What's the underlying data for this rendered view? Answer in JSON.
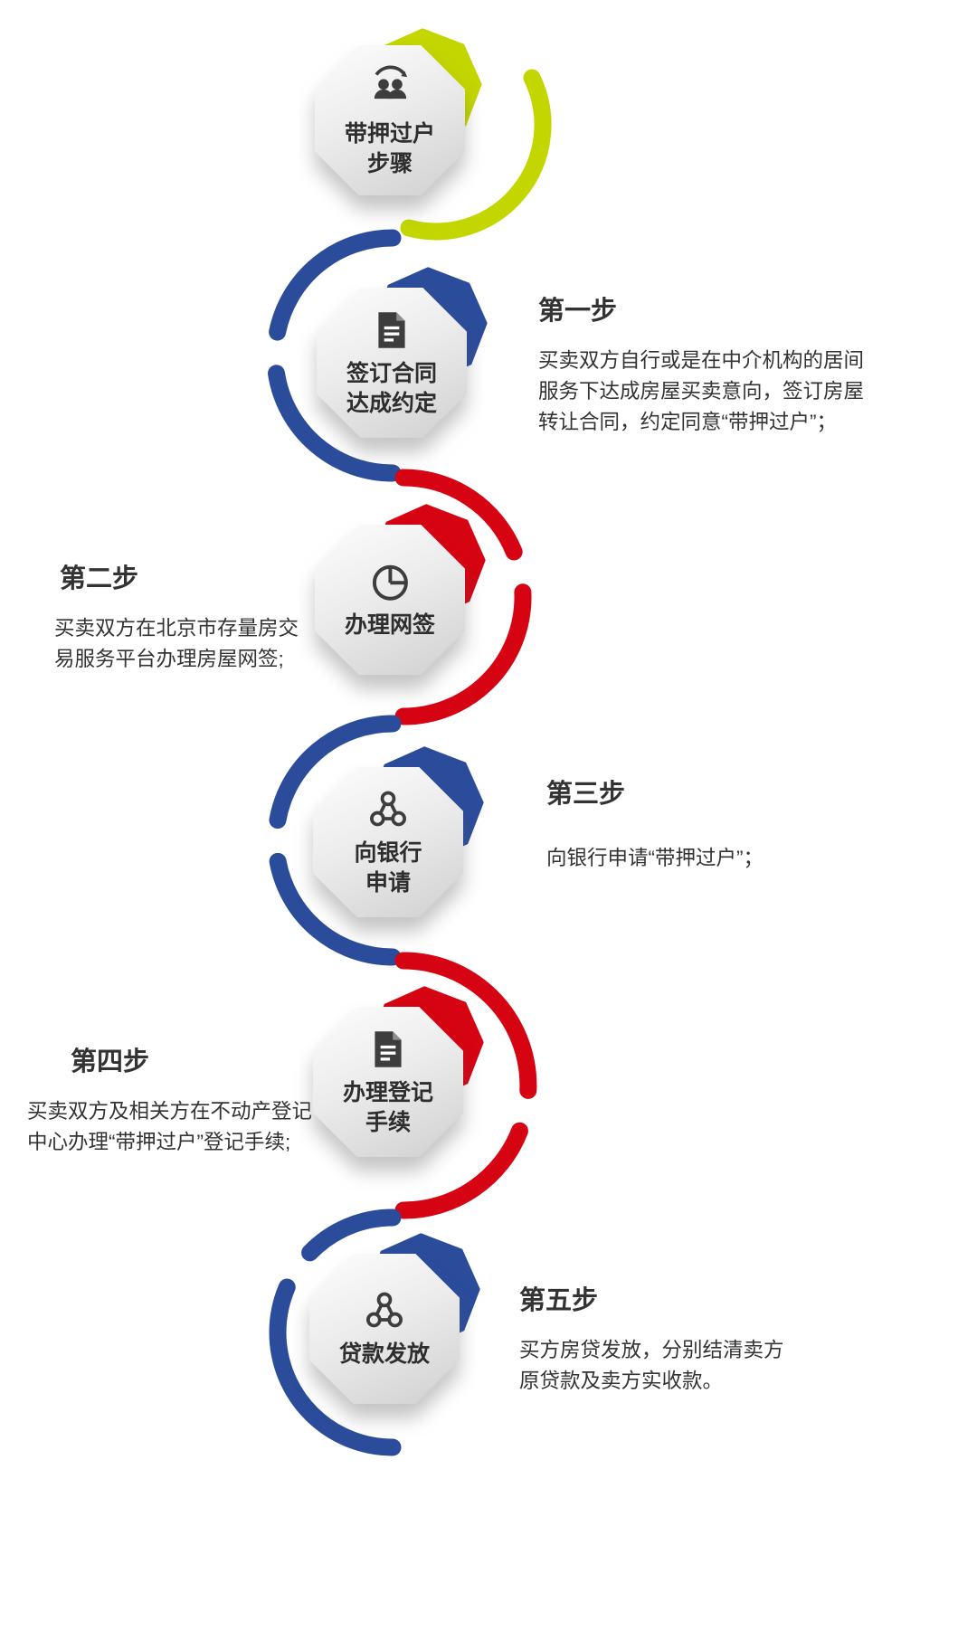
{
  "colors": {
    "yellow": "#c3d600",
    "blue": "#2b4c9b",
    "red": "#d60312",
    "icon": "#3d3d3d",
    "text": "#333333"
  },
  "header": {
    "badge_label": "带押过户\n步骤",
    "icon": "people-sync-icon",
    "accent_color": "#c3d600"
  },
  "steps": [
    {
      "heading": "第一步",
      "description": "买卖双方自行或是在中介机构的居间服务下达成房屋买卖意向，签订房屋转让合同，约定同意“带押过户”；",
      "badge_label": "签订合同\n达成约定",
      "icon": "document-icon",
      "accent_color": "#2b4c9b"
    },
    {
      "heading": "第二步",
      "description": "买卖双方在北京市存量房交易服务平台办理房屋网签;",
      "badge_label": "办理网签",
      "icon": "pie-chart-icon",
      "accent_color": "#d60312"
    },
    {
      "heading": "第三步",
      "description": "向银行申请“带押过户”；",
      "badge_label": "向银行\n申请",
      "icon": "team-icon",
      "accent_color": "#2b4c9b"
    },
    {
      "heading": "第四步",
      "description": "买卖双方及相关方在不动产登记中心办理“带押过户”登记手续;",
      "badge_label": "办理登记\n手续",
      "icon": "document-icon",
      "accent_color": "#d60312"
    },
    {
      "heading": "第五步",
      "description": "买方房贷发放，分别结清卖方原贷款及卖方实收款。",
      "badge_label": "贷款发放",
      "icon": "team-icon",
      "accent_color": "#2b4c9b"
    }
  ]
}
